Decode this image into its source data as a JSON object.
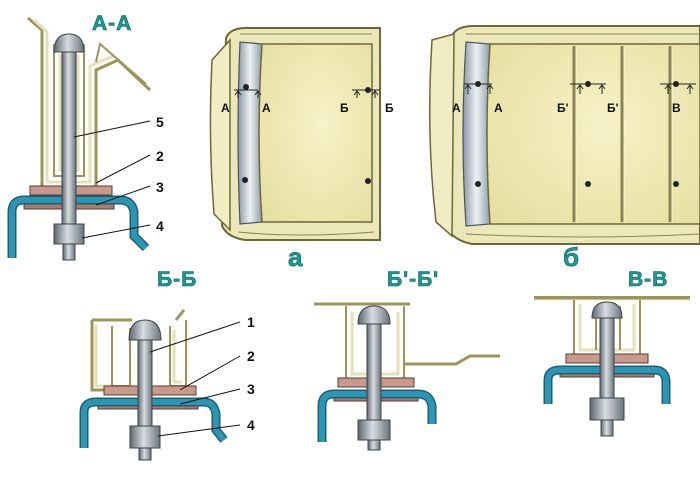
{
  "sections": {
    "aa": "А-А",
    "bb": "Б-Б",
    "bb_prime": "Б'-Б'",
    "vv": "В-В"
  },
  "views": {
    "a": "а",
    "b": "б"
  },
  "callouts_aa": [
    "5",
    "2",
    "3",
    "4"
  ],
  "callouts_bb": [
    "1",
    "2",
    "3",
    "4"
  ],
  "cut_marks_a": [
    "А",
    "А",
    "Б",
    "Б"
  ],
  "cut_marks_b": [
    "А",
    "А",
    "Б'",
    "Б'",
    "В"
  ],
  "colors": {
    "roof": "#f1ecb4",
    "frame_metal": "#e6e1b8",
    "chrome": "#b7c3cf",
    "bolt": "#9aa3ab",
    "gasket_outer": "#c99a8c",
    "gasket_inner": "#a97a6e",
    "body_panel": "#2b96b4",
    "heading": "#1a9a96"
  }
}
